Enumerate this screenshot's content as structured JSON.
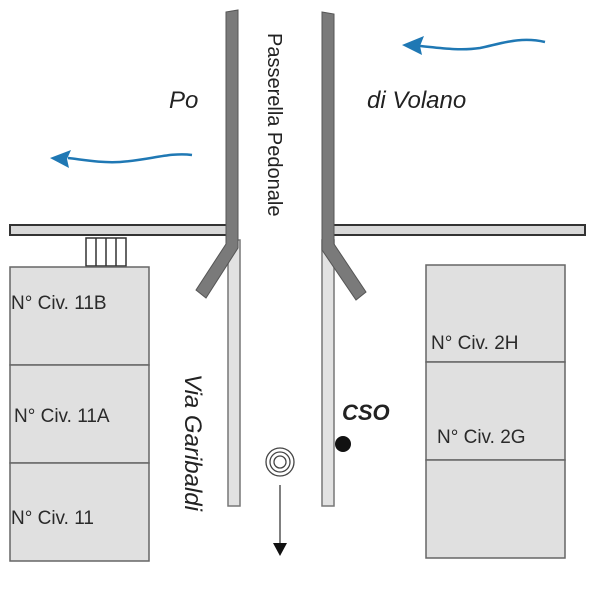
{
  "diagram": {
    "river_labels": {
      "left": "Po",
      "right": "di Volano"
    },
    "walkway_label": "Passerella Pedonale",
    "street_label": "Via Garibaldi",
    "cso_label": "CSO",
    "buildings_left": [
      {
        "label": "N° Civ. 11B"
      },
      {
        "label": "N° Civ. 11A"
      },
      {
        "label": "N° Civ. 11"
      }
    ],
    "buildings_right": [
      {
        "label": "N° Civ. 2H"
      },
      {
        "label": "N° Civ. 2G"
      },
      {
        "label": ""
      }
    ],
    "icons": {
      "flow_arrows": "river-flow-arrow",
      "manhole": "concentric-circles",
      "drain_direction": "down-arrow",
      "cso_point": "filled-dot",
      "stairs": "stairs"
    },
    "colors": {
      "wall": "#7a7a7a",
      "wall_stroke": "#505050",
      "building_fill": "#e0e0e0",
      "building_stroke": "#666666",
      "flow_arrow": "#1f78b4",
      "text": "#222222"
    }
  }
}
